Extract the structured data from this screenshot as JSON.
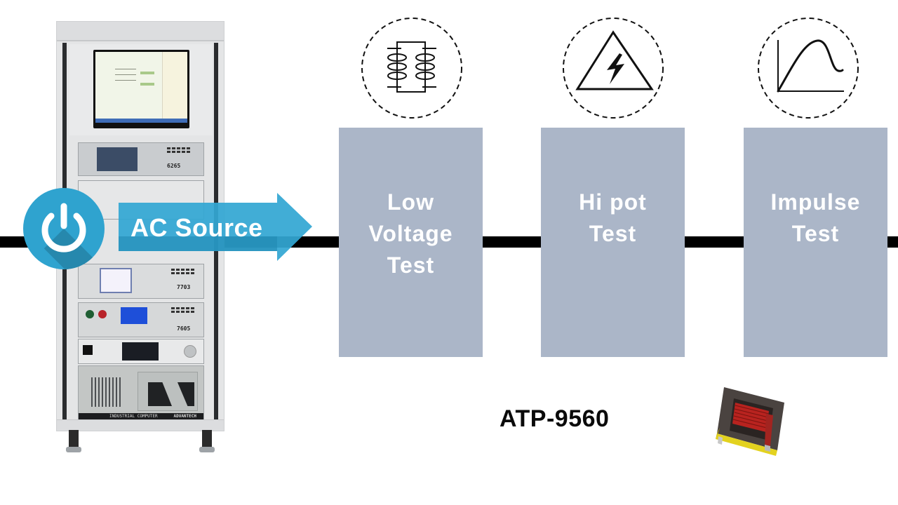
{
  "diagram": {
    "type": "process-flow",
    "line_color": "#000000"
  },
  "source": {
    "label": "AC Source",
    "icon": "power-icon",
    "color": "#2fa3cf",
    "shadow_color": "#2688ad"
  },
  "equipment": {
    "description": "automatic test system cabinet",
    "instrument_labels": [
      "6265",
      "7703",
      "7605"
    ],
    "computer_label": "INDUSTRIAL COMPUTER",
    "computer_brand": "ADVANTECH"
  },
  "steps": [
    {
      "label_lines": [
        "Low",
        "Voltage",
        "Test"
      ],
      "icon": "transformer-coil-icon"
    },
    {
      "label_lines": [
        "Hi pot",
        "Test"
      ],
      "icon": "high-voltage-warning-icon"
    },
    {
      "label_lines": [
        "Impulse",
        "Test"
      ],
      "icon": "impulse-waveform-icon"
    }
  ],
  "step_box_color": "#abb6c8",
  "model": "ATP-9560",
  "product_image": "ferrite-core-transformer"
}
